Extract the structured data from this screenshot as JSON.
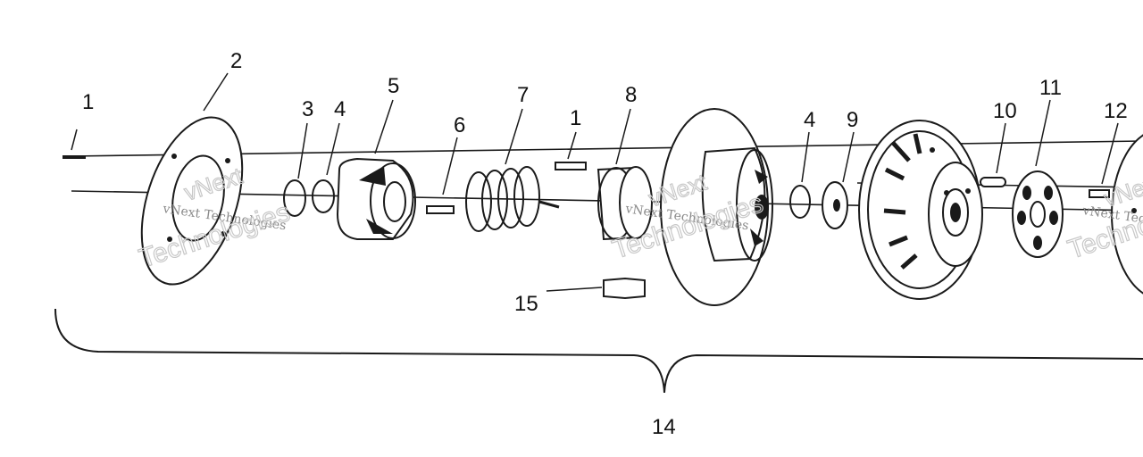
{
  "callouts": {
    "c1a": "1",
    "c2": "2",
    "c3": "3",
    "c4a": "4",
    "c5": "5",
    "c6": "6",
    "c7": "7",
    "c1b": "1",
    "c8": "8",
    "c4b": "4",
    "c9": "9",
    "c10": "10",
    "c11": "11",
    "c12": "12",
    "c14": "14",
    "c15": "15"
  },
  "watermark": {
    "small": "vNext Technologies",
    "big_line1": "vNext",
    "big_line2": "Technologies"
  }
}
